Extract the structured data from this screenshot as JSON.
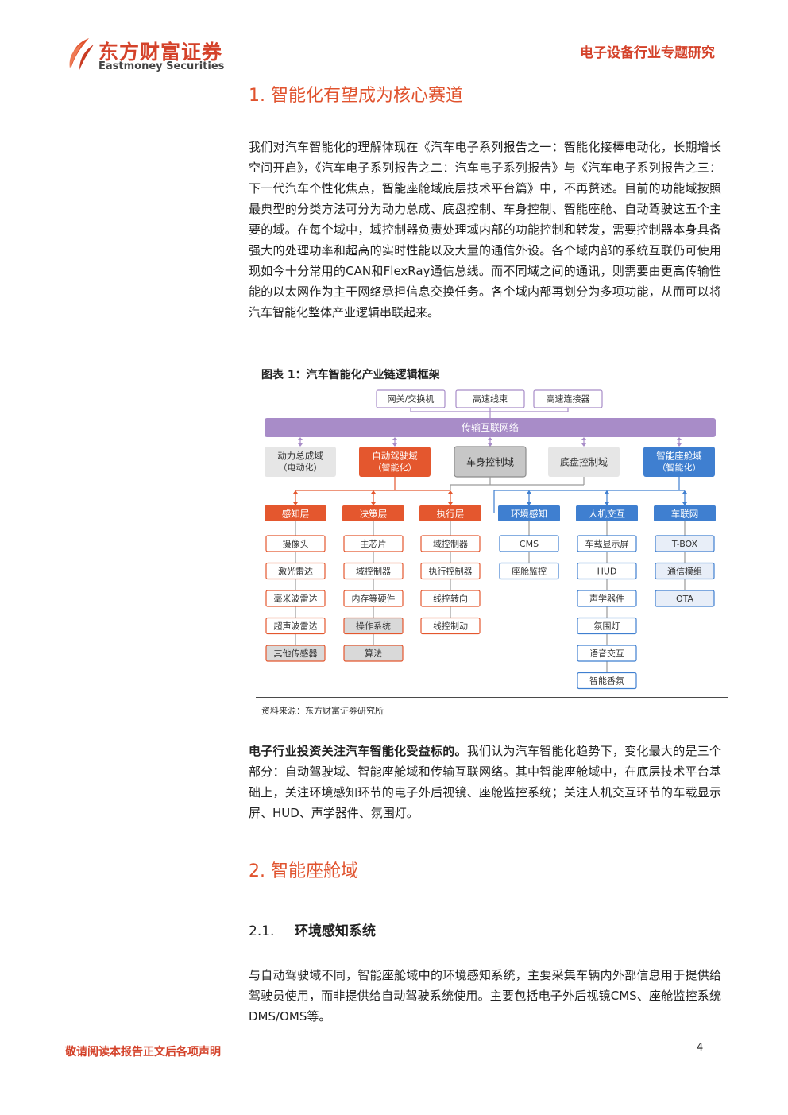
{
  "header": {
    "company_cn": "东方财富证券",
    "company_en": "Eastmoney Securities",
    "report_type": "电子设备行业专题研究"
  },
  "section1": {
    "heading": "1. 智能化有望成为核心赛道",
    "para1": "我们对汽车智能化的理解体现在《汽车电子系列报告之一：智能化接棒电动化，长期增长空间开启》，《汽车电子系列报告之二：汽车电子系列报告》与《汽车电子系列报告之三：下一代汽车个性化焦点，智能座舱域底层技术平台篇》中，不再赘述。目前的功能域按照最典型的分类方法可分为动力总成、底盘控制、车身控制、智能座舱、自动驾驶这五个主要的域。在每个域中，域控制器负责处理域内部的功能控制和转发，需要控制器本身具备强大的处理功率和超高的实时性能以及大量的通信外设。各个域内部的系统互联仍可使用现如今十分常用的CAN和FlexRay通信总线。而不同域之间的通讯，则需要由更高传输性能的以太网作为主干网络承担信息交换任务。各个域内部再划分为多项功能，从而可以将汽车智能化整体产业逻辑串联起来。"
  },
  "figure": {
    "title": "图表 1：汽车智能化产业链逻辑框架",
    "source": "资料来源：东方财富证券研究所",
    "top_nodes": [
      "网关/交换机",
      "高速线束",
      "高速连接器"
    ],
    "backbone": "传输互联网络",
    "domains": [
      {
        "line1": "动力总成域",
        "line2": "（电动化）"
      },
      {
        "line1": "自动驾驶域",
        "line2": "（智能化）"
      },
      {
        "line1": "车身控制域",
        "line2": ""
      },
      {
        "line1": "底盘控制域",
        "line2": ""
      },
      {
        "line1": "智能座舱域",
        "line2": "（智能化）"
      }
    ],
    "columns": [
      {
        "header": "感知层",
        "items": [
          "摄像头",
          "激光雷达",
          "毫米波雷达",
          "超声波雷达",
          "其他传感器"
        ]
      },
      {
        "header": "决策层",
        "items": [
          "主芯片",
          "域控制器",
          "内存等硬件",
          "操作系统",
          "算法"
        ]
      },
      {
        "header": "执行层",
        "items": [
          "域控制器",
          "执行控制器",
          "线控转向",
          "线控制动"
        ]
      },
      {
        "header": "环境感知",
        "items": [
          "CMS",
          "座舱监控"
        ]
      },
      {
        "header": "人机交互",
        "items": [
          "车载显示屏",
          "HUD",
          "声学器件",
          "氛围灯",
          "语音交互",
          "智能香氛"
        ]
      },
      {
        "header": "车联网",
        "items": [
          "T-BOX",
          "通信模组",
          "OTA"
        ]
      }
    ],
    "colors": {
      "orange": "#e4572e",
      "blue": "#3f7fd0",
      "gray": "#c7c7c7",
      "purple": "#a88cc8",
      "light_gray": "#e6e6e6"
    }
  },
  "section1b": {
    "bold_lead": "电子行业投资关注汽车智能化受益标的。",
    "para2": "我们认为汽车智能化趋势下，变化最大的是三个部分：自动驾驶域、智能座舱域和传输互联网络。其中智能座舱域中，在底层技术平台基础上，关注环境感知环节的电子外后视镜、座舱监控系统；关注人机交互环节的车载显示屏、HUD、声学器件、氛围灯。"
  },
  "section2": {
    "heading": "2. 智能座舱域",
    "sub_num": "2.1.",
    "sub_title": "环境感知系统",
    "para": "与自动驾驶域不同，智能座舱域中的环境感知系统，主要采集车辆内外部信息用于提供给驾驶员使用，而非提供给自动驾驶系统使用。主要包括电子外后视镜CMS、座舱监控系统DMS/OMS等。"
  },
  "footer": {
    "disclaimer": "敬请阅读本报告正文后各项声明",
    "page_number": "4"
  }
}
